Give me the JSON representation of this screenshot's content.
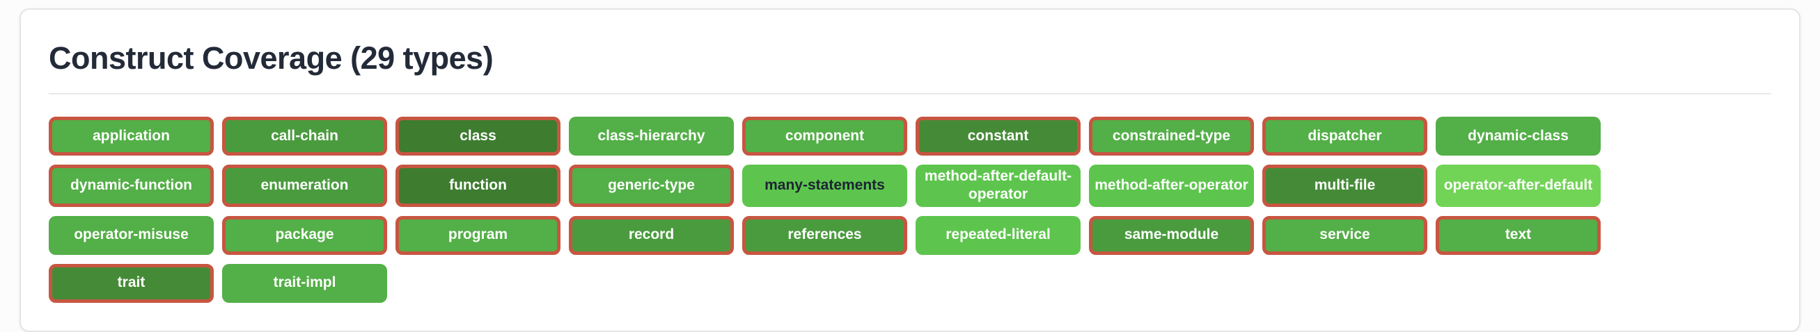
{
  "card": {
    "title": "Construct Coverage (29 types)"
  },
  "colors": {
    "flagged_border": "#c75641",
    "level_lightest": "#72d456",
    "level_light": "#5dc54d",
    "level_medium": "#53af47",
    "level_medium_dark": "#4a9b3e",
    "level_dark": "#458b37",
    "level_darkest": "#3e7c30",
    "badge_text_light": "#ffffff",
    "badge_text_dark": "#1c2433"
  },
  "badges": [
    {
      "label": "application",
      "color": "#53af47",
      "text_color": "#ffffff",
      "flagged": true
    },
    {
      "label": "call-chain",
      "color": "#4a9b3e",
      "text_color": "#ffffff",
      "flagged": true
    },
    {
      "label": "class",
      "color": "#3e7c30",
      "text_color": "#ffffff",
      "flagged": true
    },
    {
      "label": "class-hierarchy",
      "color": "#53af47",
      "text_color": "#ffffff",
      "flagged": false
    },
    {
      "label": "component",
      "color": "#53af47",
      "text_color": "#ffffff",
      "flagged": true
    },
    {
      "label": "constant",
      "color": "#458b37",
      "text_color": "#ffffff",
      "flagged": true
    },
    {
      "label": "constrained-type",
      "color": "#53af47",
      "text_color": "#ffffff",
      "flagged": true
    },
    {
      "label": "dispatcher",
      "color": "#53af47",
      "text_color": "#ffffff",
      "flagged": true
    },
    {
      "label": "dynamic-class",
      "color": "#53af47",
      "text_color": "#ffffff",
      "flagged": false
    },
    {
      "label": "dynamic-function",
      "color": "#53af47",
      "text_color": "#ffffff",
      "flagged": true
    },
    {
      "label": "enumeration",
      "color": "#4a9b3e",
      "text_color": "#ffffff",
      "flagged": true
    },
    {
      "label": "function",
      "color": "#3e7c30",
      "text_color": "#ffffff",
      "flagged": true
    },
    {
      "label": "generic-type",
      "color": "#53af47",
      "text_color": "#ffffff",
      "flagged": true
    },
    {
      "label": "many-statements",
      "color": "#5dc54d",
      "text_color": "#1c2433",
      "flagged": false
    },
    {
      "label": "method-after-default-operator",
      "color": "#5dc54d",
      "text_color": "#ffffff",
      "flagged": false
    },
    {
      "label": "method-after-operator",
      "color": "#5dc54d",
      "text_color": "#ffffff",
      "flagged": false
    },
    {
      "label": "multi-file",
      "color": "#458b37",
      "text_color": "#ffffff",
      "flagged": true
    },
    {
      "label": "operator-after-default",
      "color": "#72d456",
      "text_color": "#ffffff",
      "flagged": false
    },
    {
      "label": "operator-misuse",
      "color": "#53af47",
      "text_color": "#ffffff",
      "flagged": false
    },
    {
      "label": "package",
      "color": "#53af47",
      "text_color": "#ffffff",
      "flagged": true
    },
    {
      "label": "program",
      "color": "#53af47",
      "text_color": "#ffffff",
      "flagged": true
    },
    {
      "label": "record",
      "color": "#4a9b3e",
      "text_color": "#ffffff",
      "flagged": true
    },
    {
      "label": "references",
      "color": "#4a9b3e",
      "text_color": "#ffffff",
      "flagged": true
    },
    {
      "label": "repeated-literal",
      "color": "#5dc54d",
      "text_color": "#ffffff",
      "flagged": false
    },
    {
      "label": "same-module",
      "color": "#4a9b3e",
      "text_color": "#ffffff",
      "flagged": true
    },
    {
      "label": "service",
      "color": "#53af47",
      "text_color": "#ffffff",
      "flagged": true
    },
    {
      "label": "text",
      "color": "#53af47",
      "text_color": "#ffffff",
      "flagged": true
    },
    {
      "label": "trait",
      "color": "#458b37",
      "text_color": "#ffffff",
      "flagged": true
    },
    {
      "label": "trait-impl",
      "color": "#53af47",
      "text_color": "#ffffff",
      "flagged": false
    }
  ]
}
